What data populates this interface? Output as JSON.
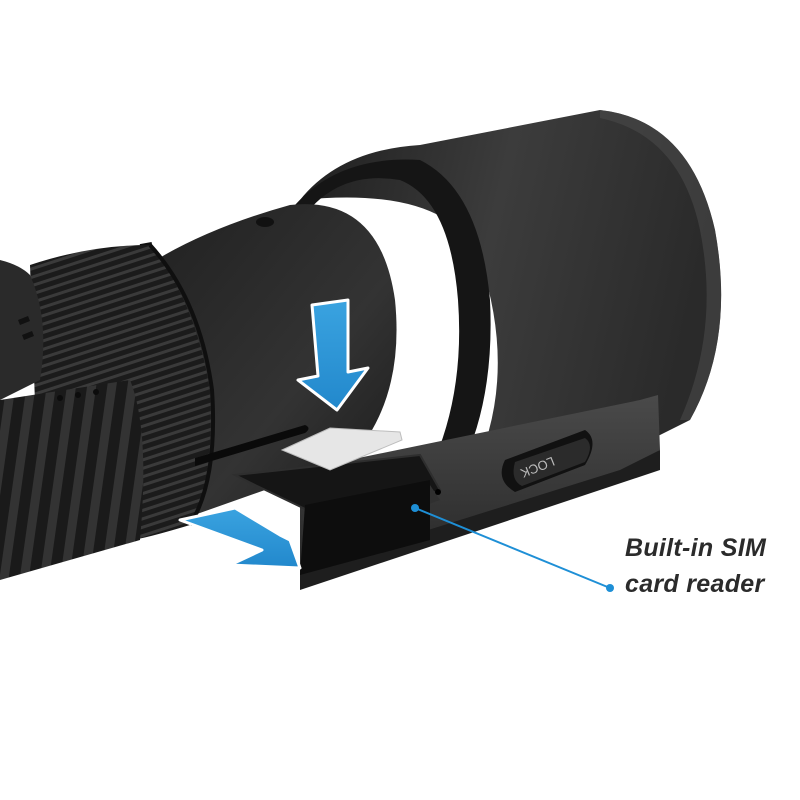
{
  "product": {
    "description": "Dash camera with built-in SIM card tray",
    "lock_button_label": "LOCK"
  },
  "annotation": {
    "line1": "Built-in SIM",
    "line2": "card reader",
    "leader_color": "#1e8fd6",
    "text_color": "#2b2b2b"
  },
  "arrows": {
    "insert_direction": "down",
    "eject_direction": "right",
    "color": "#2e9ad8"
  },
  "colors": {
    "body_dark": "#1c1c1c",
    "body_mid": "#3a3a3a",
    "body_light": "#5a5a5a",
    "sim_card": "#e6e6e6",
    "background": "#ffffff"
  }
}
